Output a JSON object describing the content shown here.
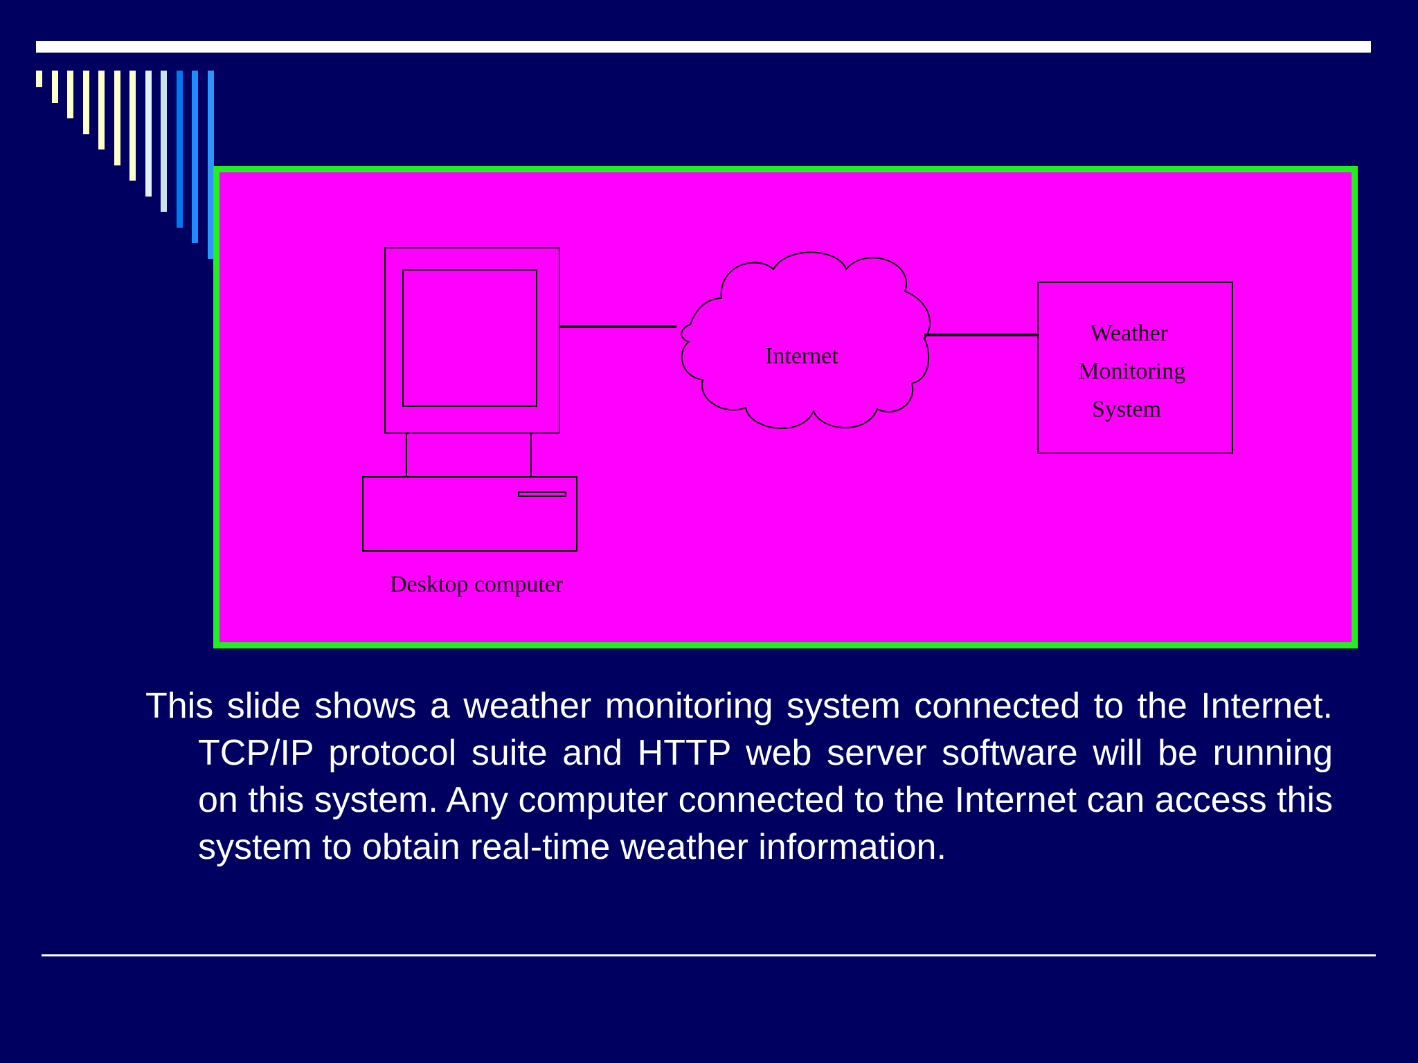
{
  "slide": {
    "background_color": "#000060",
    "rule_color": "#FFFFFF",
    "stripe_colors": [
      "#FFFFCC",
      "#FFFFCC",
      "#FFFFCC",
      "#FFFFCC",
      "#FFFFCC",
      "#FFFFCC",
      "#FFFFCC",
      "#E3F0F4",
      "#C9E3EE",
      "#0078F0",
      "#1E8CFF",
      "#2E95FF"
    ],
    "body_text_color": "#FFFFFF",
    "body_text": "This slide shows a weather monitoring system connected to the Internet.  TCP/IP protocol suite and HTTP web server software will be running on this system.   Any computer connected to the Internet can access this system to obtain real-time weather information."
  },
  "diagram": {
    "panel_fill": "#FF00FF",
    "panel_border": "#22EE22",
    "line_color": "#000000",
    "label_color": "#111111",
    "desktop_label": "Desktop computer",
    "internet_label": "Internet",
    "weather_label_lines": [
      "Weather",
      "Monitoring",
      "System"
    ]
  }
}
